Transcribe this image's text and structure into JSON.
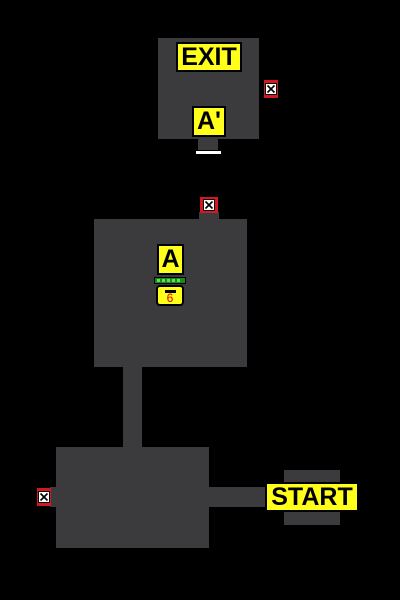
{
  "map": {
    "labels": {
      "exit": "EXIT",
      "warp_a_prime": "A'",
      "warp_a": "A",
      "start": "START"
    },
    "item_counter": "6",
    "icons": {
      "blocked_marker": "x-icon",
      "item": "treasure-chest-icon",
      "gate": "green-bar-icon",
      "stairs": "stairs-icon"
    },
    "colors": {
      "background": "#000000",
      "room": "#3b3b3e",
      "label": "#ffff1a",
      "blocked": "#d41822",
      "counter_text": "#e00000",
      "gate": "#1a8a1a"
    }
  }
}
